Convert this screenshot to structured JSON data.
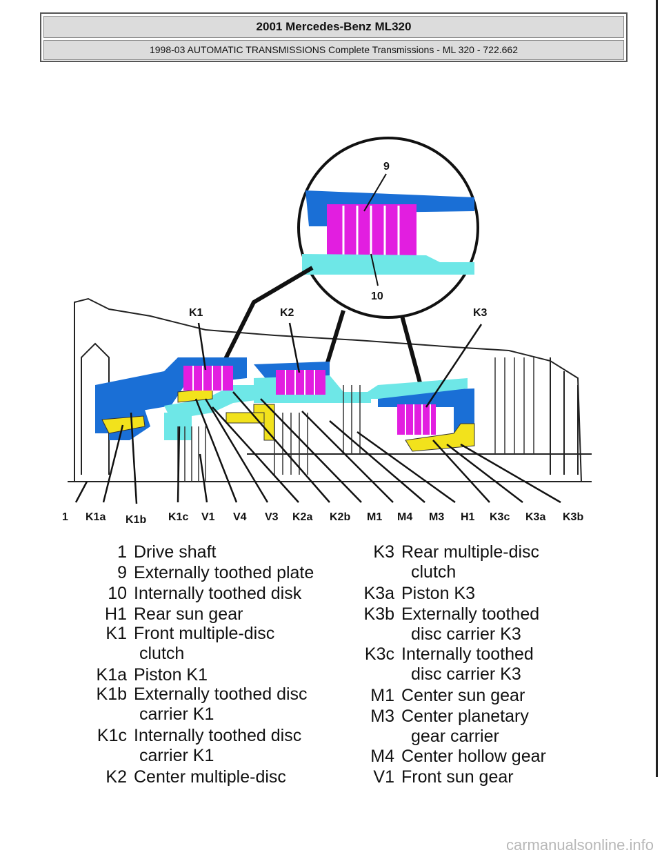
{
  "header": {
    "title": "2001 Mercedes-Benz ML320",
    "subtitle": "1998-03 AUTOMATIC TRANSMISSIONS Complete Transmissions - ML 320 - 722.662"
  },
  "diagram": {
    "callout_top": "9",
    "callout_bottom": "10",
    "group_labels": [
      "K1",
      "K2",
      "K3"
    ],
    "bottom_labels": [
      "1",
      "K1a",
      "K1b",
      "K1c",
      "V1",
      "V4",
      "V3",
      "K2a",
      "K2b",
      "M1",
      "M4",
      "M3",
      "H1",
      "K3c",
      "K3a",
      "K3b"
    ],
    "colors": {
      "blue": "#1a6fd6",
      "magenta": "#e21ee0",
      "cyan": "#6ee7e7",
      "yellow": "#f2e21c",
      "line": "#111111"
    }
  },
  "legend": {
    "left": [
      {
        "code": "1",
        "desc": "Drive shaft",
        "cont": ""
      },
      {
        "code": "9",
        "desc": "Externally toothed plate",
        "cont": ""
      },
      {
        "code": "10",
        "desc": "Internally toothed disk",
        "cont": ""
      },
      {
        "code": "H1",
        "desc": "Rear sun gear",
        "cont": ""
      },
      {
        "code": "K1",
        "desc": "Front multiple-disc",
        "cont": "clutch"
      },
      {
        "code": "K1a",
        "desc": "Piston K1",
        "cont": ""
      },
      {
        "code": "K1b",
        "desc": "Externally toothed disc",
        "cont": "carrier K1"
      },
      {
        "code": "K1c",
        "desc": "Internally toothed disc",
        "cont": "carrier K1"
      },
      {
        "code": "K2",
        "desc": "Center multiple-disc",
        "cont": ""
      }
    ],
    "right": [
      {
        "code": "K3",
        "desc": "Rear multiple-disc",
        "cont": "clutch"
      },
      {
        "code": "K3a",
        "desc": "Piston K3",
        "cont": ""
      },
      {
        "code": "K3b",
        "desc": "Externally toothed",
        "cont": "disc carrier K3"
      },
      {
        "code": "K3c",
        "desc": "Internally toothed",
        "cont": "disc carrier K3"
      },
      {
        "code": "M1",
        "desc": "Center sun gear",
        "cont": ""
      },
      {
        "code": "M3",
        "desc": "Center planetary",
        "cont": "gear carrier"
      },
      {
        "code": "M4",
        "desc": "Center hollow gear",
        "cont": ""
      },
      {
        "code": "V1",
        "desc": "Front sun gear",
        "cont": ""
      }
    ]
  },
  "watermark": "carmanualsonline.info"
}
